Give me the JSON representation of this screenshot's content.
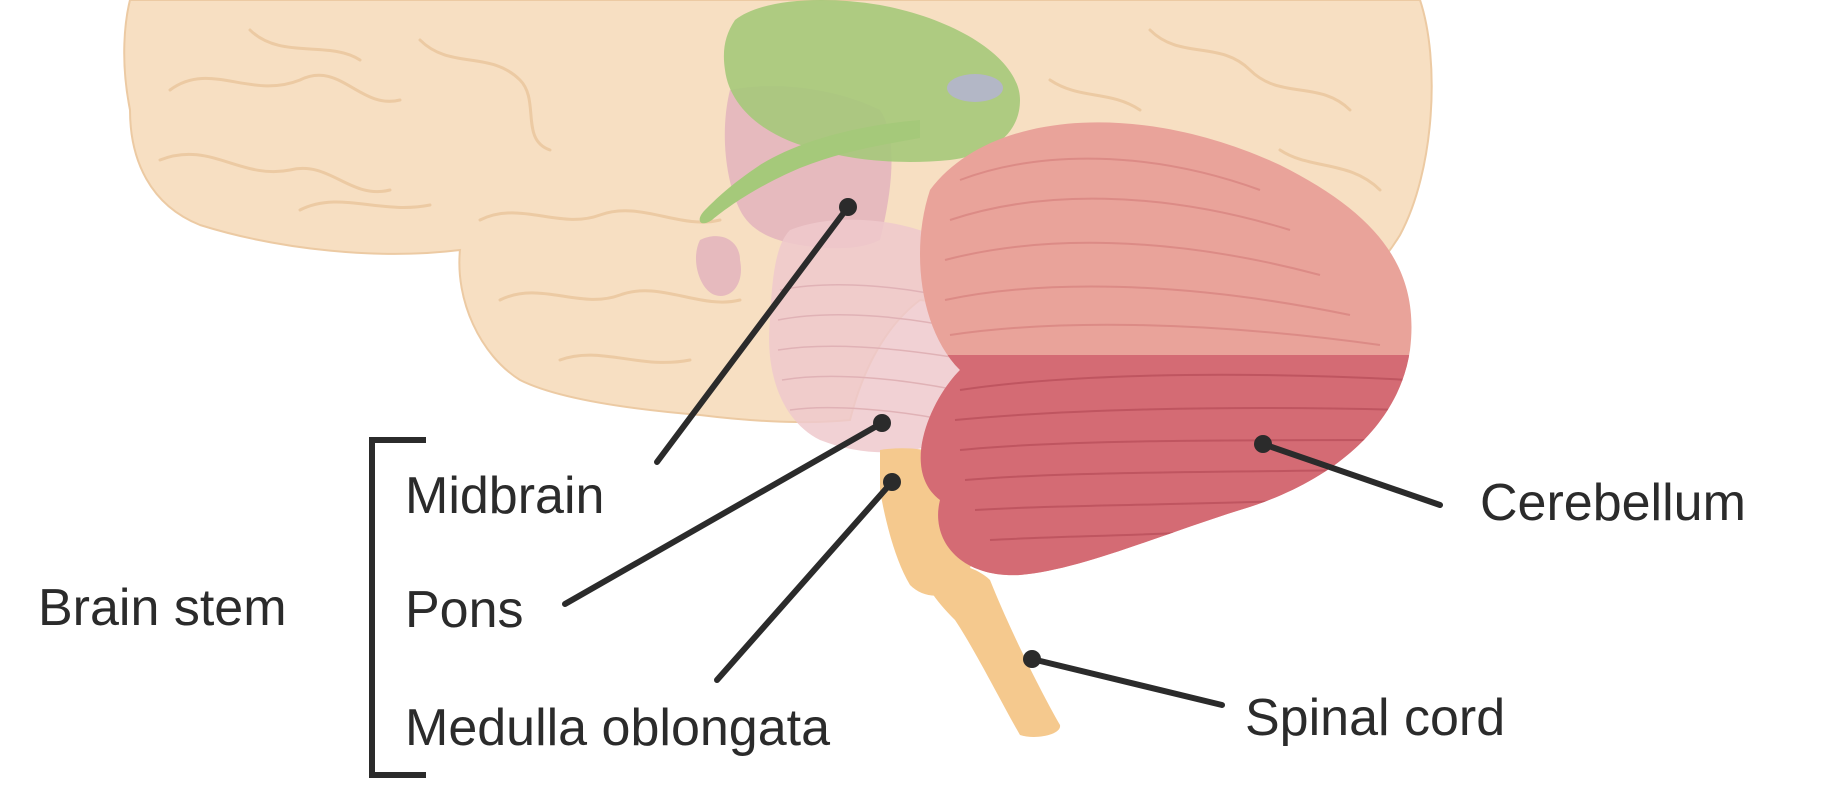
{
  "labels": {
    "midbrain": "Midbrain",
    "pons": "Pons",
    "medulla": "Medulla oblongata",
    "brain_stem": "Brain stem",
    "cerebellum": "Cerebellum",
    "spinal_cord": "Spinal cord"
  },
  "colors": {
    "cerebrum": "#f7dfc2",
    "cerebrum_outline": "#eccaa3",
    "diencephalon_green": "#a5c97a",
    "midbrain_pink": "#e3b4bd",
    "pons_pink": "#efc9cd",
    "cerebellum_upper": "#e9a39a",
    "cerebellum_lower": "#d46b74",
    "spinal_cord": "#f5c98e",
    "leader_line": "#2b2b2b",
    "text": "#2b2b2b"
  }
}
